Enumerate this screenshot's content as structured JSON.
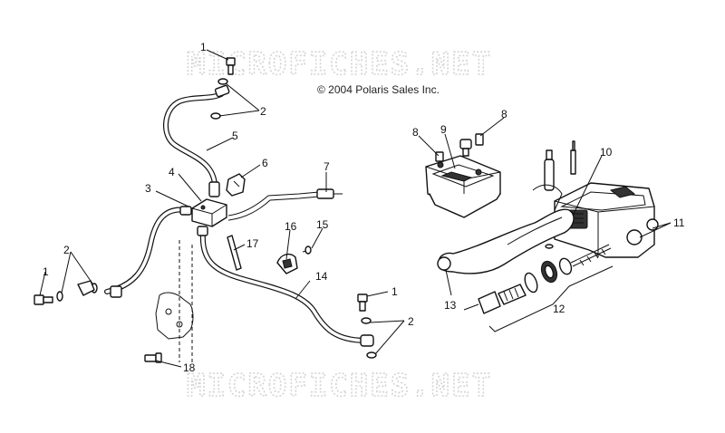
{
  "watermark": {
    "top": "MICROFICHES.NET",
    "bottom": "MICROFICHES.NET"
  },
  "copyright": "© 2004 Polaris Sales Inc.",
  "callouts": [
    "1",
    "1",
    "1",
    "2",
    "2",
    "2",
    "3",
    "4",
    "5",
    "6",
    "7",
    "8",
    "8",
    "9",
    "10",
    "11",
    "12",
    "13",
    "14",
    "15",
    "16",
    "17",
    "18"
  ]
}
